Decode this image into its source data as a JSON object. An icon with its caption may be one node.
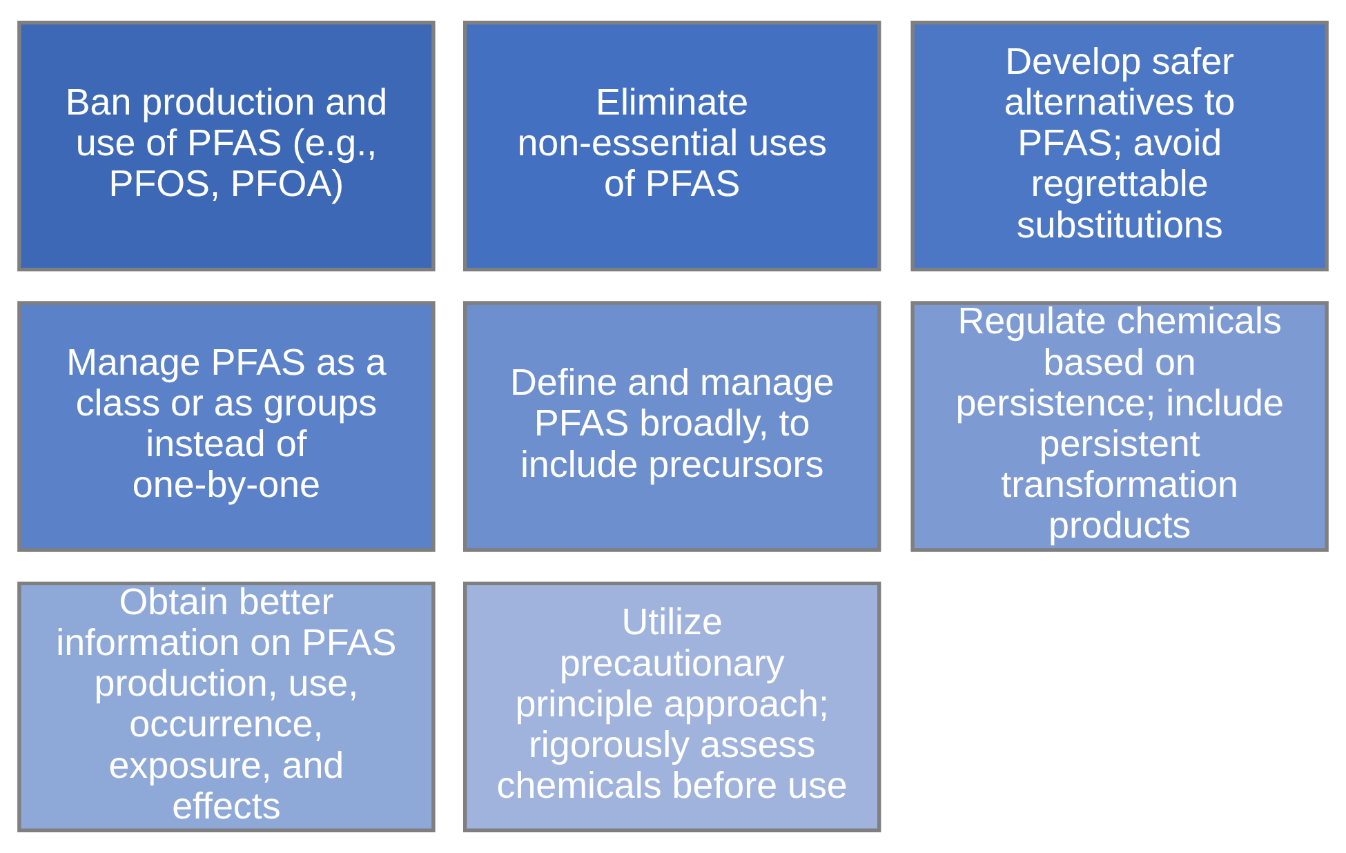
{
  "diagram": {
    "nodes": [
      {
        "text": [
          "Ban production and use of PFAS (e.g., PFOS, PFOA)"
        ]
      },
      {
        "text": [
          "Eliminate non-essential uses of PFAS"
        ]
      },
      {
        "text": [
          "Develop safer alternatives to PFAS; avoid regrettable substitutions"
        ]
      },
      {
        "text": [
          "Manage PFAS as a class or as groups instead of one-by-one"
        ]
      },
      {
        "text": [
          "Define and manage PFAS broadly, to include precursors"
        ]
      },
      {
        "text": [
          "Regulate chemicals based on persistence; include persistent transformation products"
        ]
      },
      {
        "text": [
          "Obtain better information on PFAS production, use, occurrence, exposure, and effects"
        ]
      },
      {
        "text": [
          "Utilize precautionary principle approach; rigorously assess chemicals before use"
        ]
      }
    ]
  }
}
